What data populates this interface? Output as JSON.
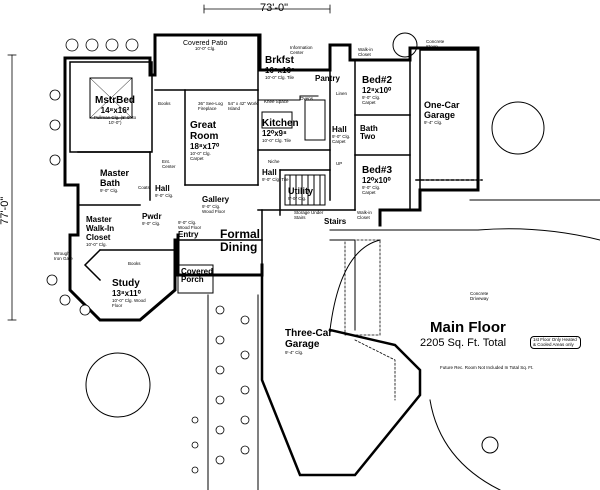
{
  "dimensions": {
    "top": "73'-0\"",
    "left": "77'-0\""
  },
  "rooms": {
    "covered_patio": {
      "name": "Covered Patio",
      "info": "10'-0\" Clg."
    },
    "info_center": {
      "name": "Information Center"
    },
    "walk_in_top": {
      "name": "Walk-in Closet"
    },
    "concrete_stoop": {
      "name": "Concrete Stoop"
    },
    "brkfst": {
      "name": "Brkfst",
      "size": "10⁸x10⁸",
      "info": "10'-0\" Clg. Tile"
    },
    "pantry": {
      "name": "Pantry"
    },
    "linen": {
      "name": "Linen"
    },
    "bed2": {
      "name": "Bed#2",
      "size": "12⁸x10⁰",
      "info": "9'-0\" Clg. Carpet"
    },
    "one_car": {
      "name": "One-Car Garage",
      "info": "9'-4\" Clg."
    },
    "mstrbed": {
      "name": "MstrBed",
      "size": "14⁸x16²",
      "info": "Pullman Clg. (8'-0\" to 10'-0\")"
    },
    "great_room": {
      "name": "Great Room",
      "size": "18⁸x17⁰",
      "info": "10'-0\" Clg. Carpet"
    },
    "books1": {
      "name": "Books"
    },
    "fireplace": {
      "name": "36\" See-Log Fireplace"
    },
    "work_island": {
      "name": "54\" x 42\" Work Island"
    },
    "knee_space": {
      "name": "Knee Space"
    },
    "ovens": {
      "name": "Ovens"
    },
    "kitchen": {
      "name": "Kitchen",
      "size": "12⁰x9⁸",
      "info": "10'-0\" Clg. Tile"
    },
    "hall_mid": {
      "name": "Hall",
      "info": "9'-0\" Clg. Carpet"
    },
    "bath_two": {
      "name": "Bath Two"
    },
    "ent_center": {
      "name": "Ent. Center"
    },
    "master_bath": {
      "name": "Master Bath",
      "info": "9'-0\" Clg."
    },
    "coats": {
      "name": "Coats"
    },
    "hall_left": {
      "name": "Hall",
      "info": "9'-0\" Clg."
    },
    "niche": {
      "name": "Niche"
    },
    "hall_center": {
      "name": "Hall",
      "info": "9'-0\" Clg. Tile"
    },
    "up": {
      "name": "UP"
    },
    "utility": {
      "name": "Utility",
      "info": "9'-0\" Clg."
    },
    "bed3": {
      "name": "Bed#3",
      "size": "12⁰x10⁰",
      "info": "9'-0\" Clg. Carpet"
    },
    "gallery": {
      "name": "Gallery",
      "info": "9'-0\" Clg. Wood Floor"
    },
    "pwdr": {
      "name": "Pwdr",
      "info": "9'-0\" Clg."
    },
    "entry": {
      "name": "Entry",
      "info": "9'-0\" Clg. Wood Floor"
    },
    "formal_dining": {
      "name": "Formal Dining"
    },
    "storage": {
      "name": "Storage Under Stairs"
    },
    "stairs": {
      "name": "Stairs"
    },
    "walk_in_bed3": {
      "name": "Walk-in Closet"
    },
    "master_closet": {
      "name": "Master Walk-In Closet",
      "info": "10'-0\" Clg."
    },
    "wrought_gate": {
      "name": "Wrought Iron Gate"
    },
    "books2": {
      "name": "Books"
    },
    "covered_porch": {
      "name": "Covered Porch"
    },
    "study": {
      "name": "Study",
      "size": "13⁸x11⁰",
      "info": "10'-0\" Clg. Wood Floor"
    },
    "driveway": {
      "name": "Concrete Driveway"
    },
    "three_car": {
      "name": "Three-Car Garage",
      "info": "9'-4\" Clg."
    }
  },
  "summary": {
    "title": "Main Floor",
    "total": "2205 Sq. Ft. Total",
    "note": "1st Floor Only Heated & Cooled Areas only",
    "future": "Future Rec. Room Not Included In Total Sq. Ft."
  }
}
